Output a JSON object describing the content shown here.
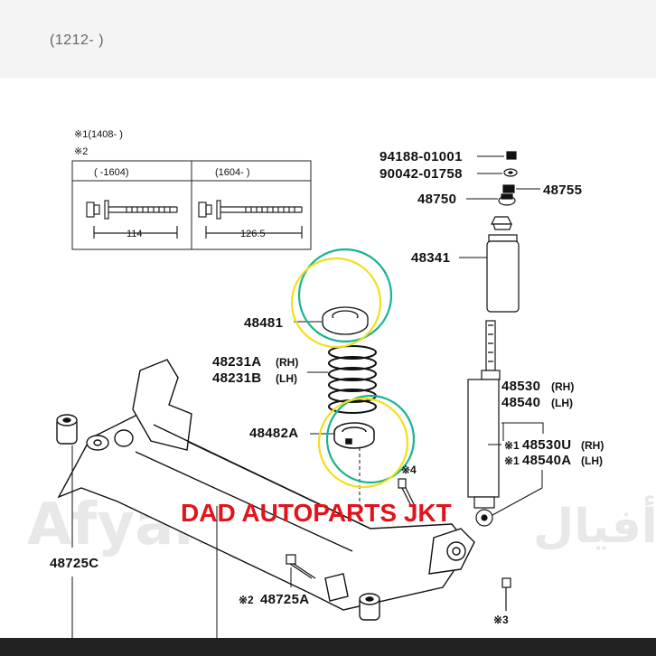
{
  "header": {
    "caption": "(1212- )"
  },
  "legend_table": {
    "note1": "※1(1408-       )",
    "note2": "※2",
    "col1_header": "(      -1604)",
    "col2_header": "(1604-      )",
    "col1_length": "114",
    "col2_length": "126.5"
  },
  "parts": {
    "p94188": "94188-01001",
    "p90042": "90042-01758",
    "p48755": "48755",
    "p48750": "48750",
    "p48341": "48341",
    "p48481": "48481",
    "p48231a": "48231A",
    "p48231a_side": "(RH)",
    "p48231b": "48231B",
    "p48231b_side": "(LH)",
    "p48482a": "48482A",
    "p48530": "48530",
    "p48530_side": "(RH)",
    "p48540": "48540",
    "p48540_side": "(LH)",
    "p48530u_mark": "※1",
    "p48530u": "48530U",
    "p48530u_side": "(RH)",
    "p48540a_mark": "※1",
    "p48540a": "48540A",
    "p48540a_side": "(LH)",
    "mark4": "※4",
    "p48725c": "48725C",
    "p48725a_mark": "※2",
    "p48725a": "48725A",
    "mark3": "※3"
  },
  "banner": "DAD AUTOPARTS JKT",
  "watermark": "Afyal.com",
  "watermark_arabic": "أفيال",
  "colors": {
    "banner": "#e0141c",
    "circle_green": "#19b394",
    "circle_yellow": "#f2e01a"
  }
}
